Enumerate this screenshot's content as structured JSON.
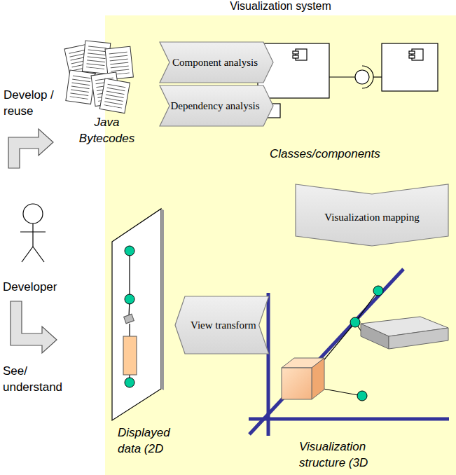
{
  "diagram": {
    "nodes": [
      {
        "text": [
          "Visualization system"
        ]
      },
      {
        "text": [
          "Component analysis"
        ],
        "in": 0
      },
      {
        "text": [
          "Dependency analysis"
        ],
        "in": 0
      },
      {
        "text": [
          "Visualization mapping"
        ],
        "in": 0
      },
      {
        "text": [
          "View transform"
        ],
        "in": 0
      }
    ],
    "labels": [
      "Develop / reuse",
      "Java Bytecodes",
      "Classes/components",
      "Developer",
      "See/ understand",
      "Displayed data (2D",
      "Visualization structure (3D"
    ]
  }
}
